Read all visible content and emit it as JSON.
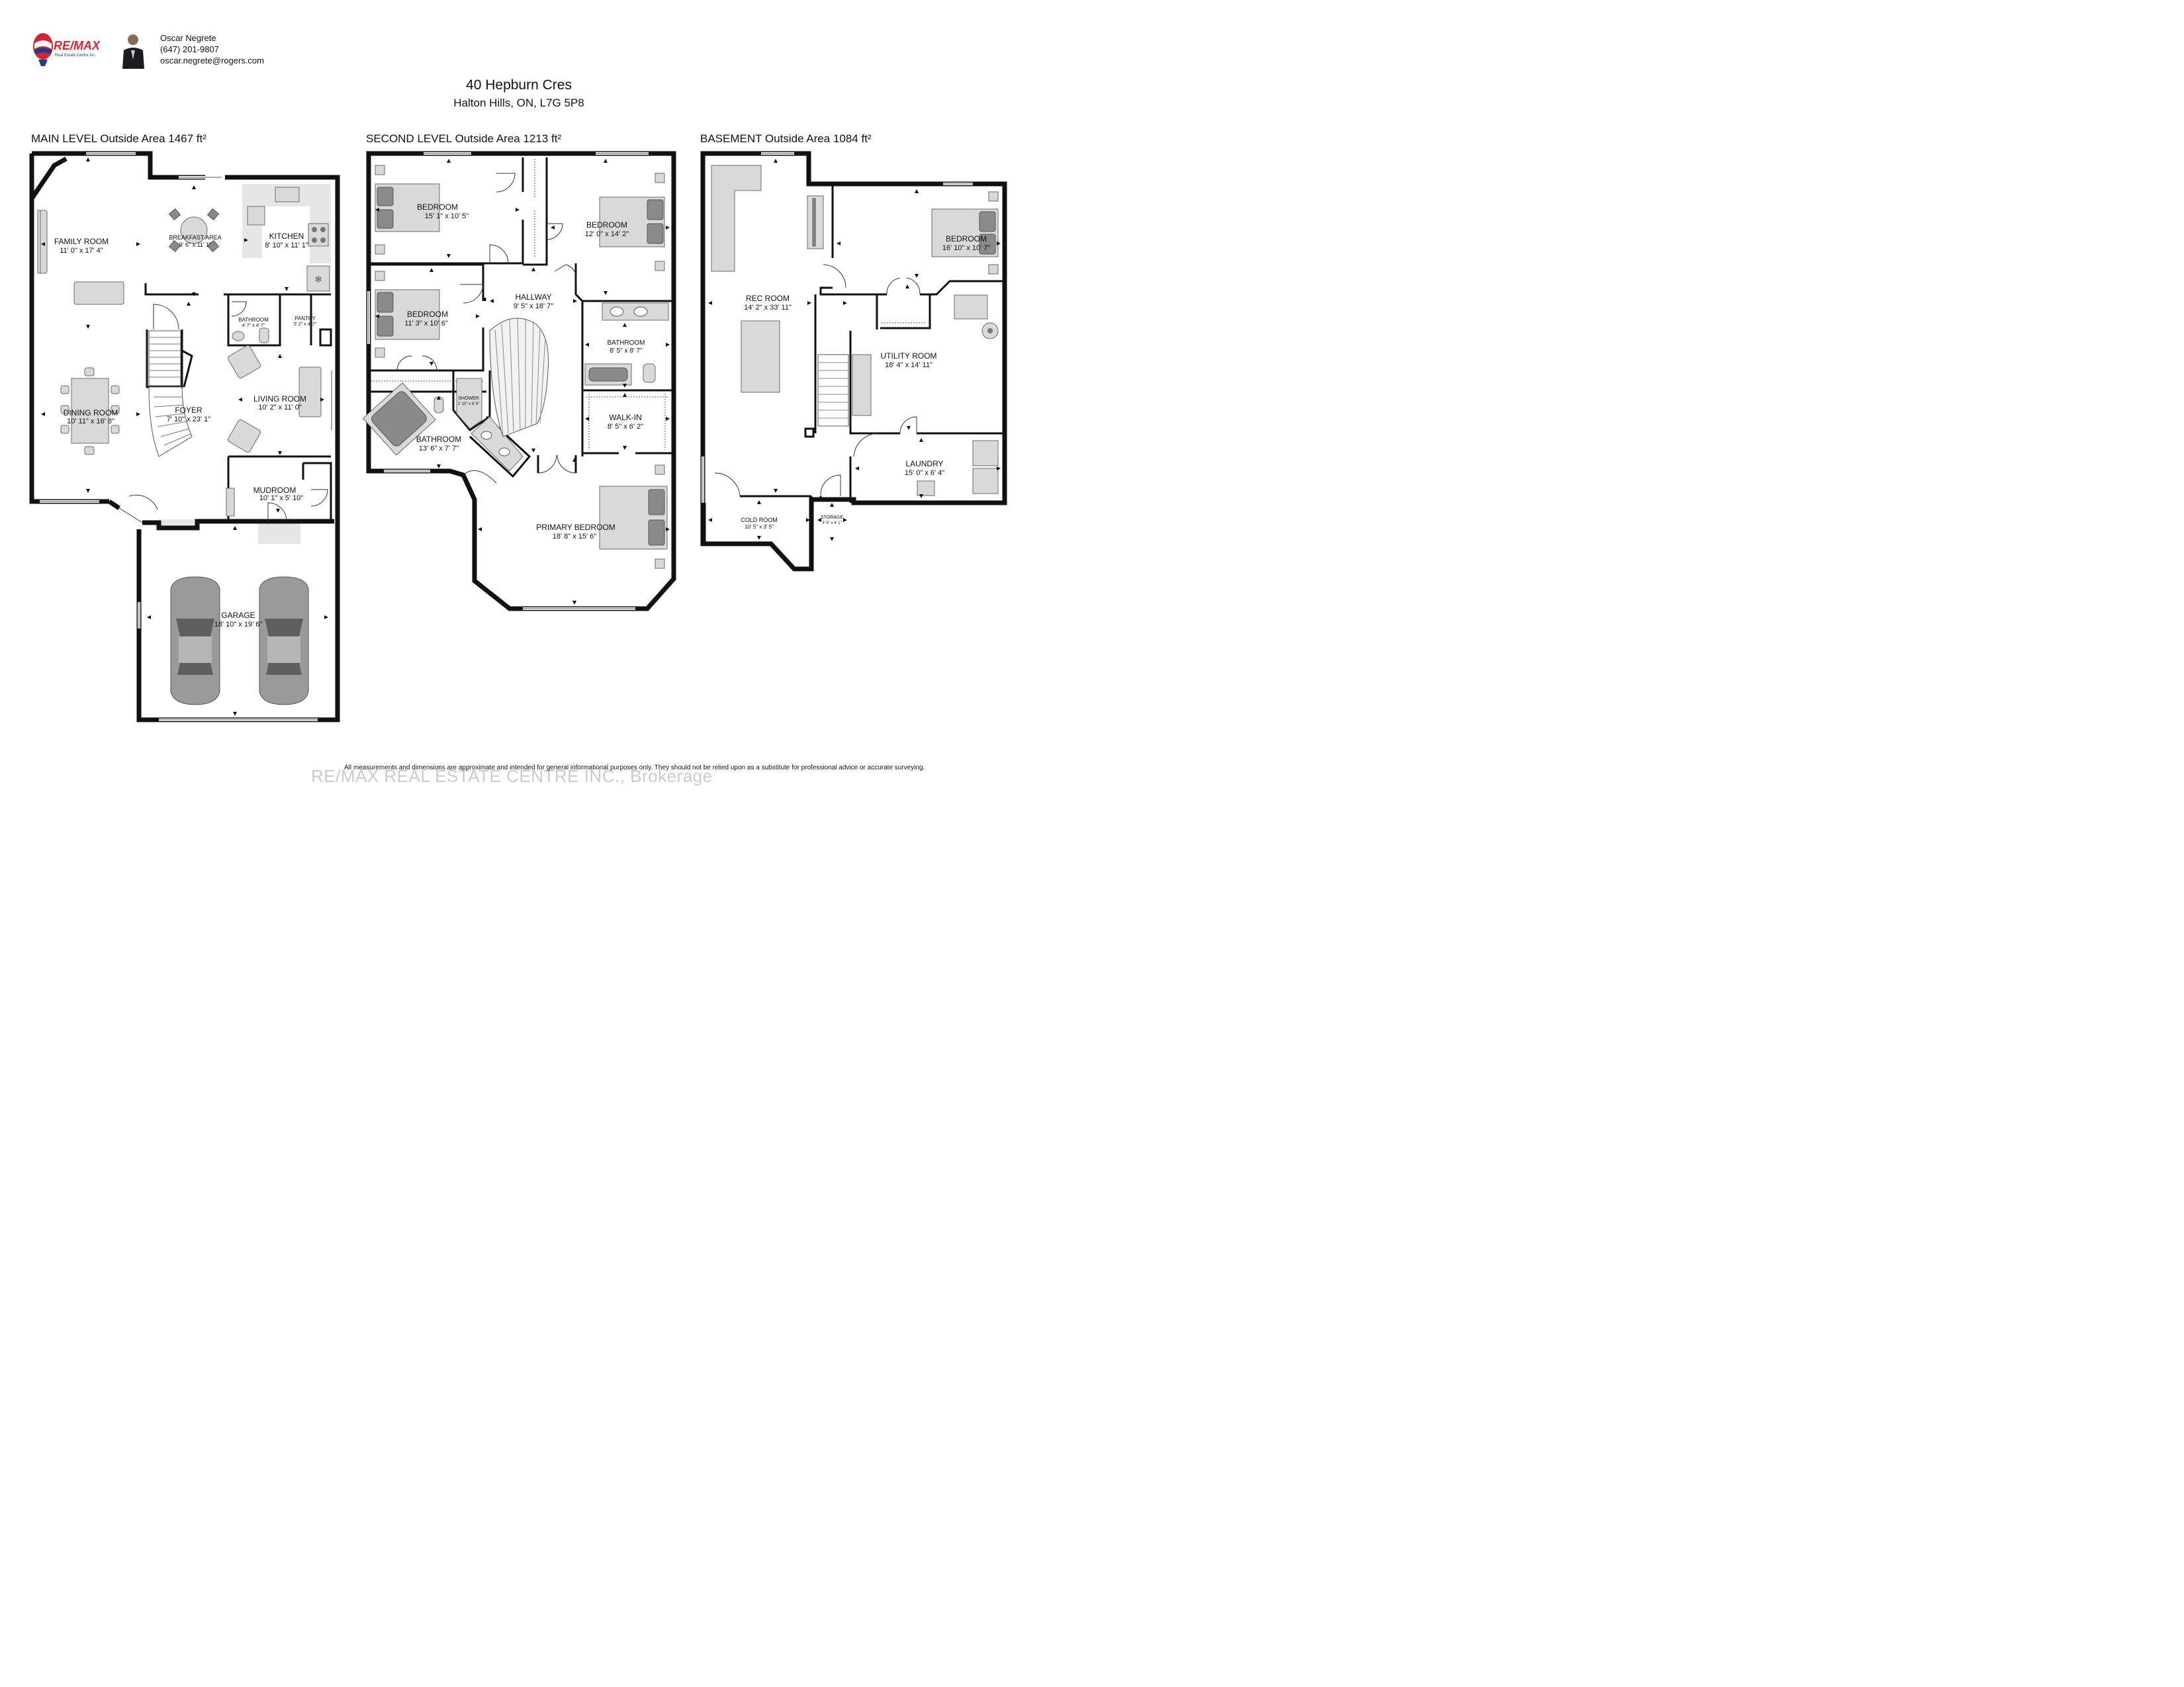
{
  "agent": {
    "logo_text": "RE/MAX",
    "logo_subtext": "Real Estate Centre Inc.",
    "name": "Oscar Negrete",
    "phone": "(647) 201-9807",
    "email": "oscar.negrete@rogers.com"
  },
  "property": {
    "address_line1": "40 Hepburn Cres",
    "address_line2": "Halton Hills, ON, L7G 5P8"
  },
  "levels": {
    "main": {
      "heading": "MAIN LEVEL Outside Area 1467 ft²",
      "rooms": {
        "family_room": {
          "name": "FAMILY ROOM",
          "dims": "11' 0\" x 17' 4\""
        },
        "breakfast_area": {
          "name": "BREAKFAST AREA",
          "dims": "9' 6\" x 11' 1\""
        },
        "kitchen": {
          "name": "KITCHEN",
          "dims": "8' 10\" x 11' 1\""
        },
        "bathroom": {
          "name": "BATHROOM",
          "dims": "4' 7\" x 4' 7\""
        },
        "pantry": {
          "name": "PANTRY",
          "dims": "5' 2\" x 4' 7\""
        },
        "dining_room": {
          "name": "DINING ROOM",
          "dims": "10' 11\" x 16' 8\""
        },
        "foyer": {
          "name": "FOYER",
          "dims": "7' 10\" x 23' 1\""
        },
        "living_room": {
          "name": "LIVING ROOM",
          "dims": "10' 2\" x 11' 0\""
        },
        "mudroom": {
          "name": "MUDROOM",
          "dims": "10' 1\" x 5' 10\""
        },
        "garage": {
          "name": "GARAGE",
          "dims": "18' 10\" x 19' 6\""
        }
      }
    },
    "second": {
      "heading": "SECOND LEVEL Outside Area 1213 ft²",
      "rooms": {
        "bedroom1": {
          "name": "BEDROOM",
          "dims": "15' 1\" x 10' 5\""
        },
        "bedroom2": {
          "name": "BEDROOM",
          "dims": "12' 0\" x 14' 2\""
        },
        "bedroom3": {
          "name": "BEDROOM",
          "dims": "11' 3\" x 10' 6\""
        },
        "hallway": {
          "name": "HALLWAY",
          "dims": "9' 5\" x 18' 7\""
        },
        "bathroom_hall": {
          "name": "BATHROOM",
          "dims": "8' 5\" x 8' 7\""
        },
        "shower": {
          "name": "SHOWER",
          "dims": "2' 10\" x 5' 6\""
        },
        "bathroom_ensuite": {
          "name": "BATHROOM",
          "dims": "13' 6\" x 7' 7\""
        },
        "walk_in": {
          "name": "WALK-IN",
          "dims": "8' 5\" x 6' 2\""
        },
        "primary_bedroom": {
          "name": "PRIMARY BEDROOM",
          "dims": "18' 8\" x 15' 6\""
        }
      }
    },
    "basement": {
      "heading": "BASEMENT Outside Area 1084 ft²",
      "rooms": {
        "bedroom": {
          "name": "BEDROOM",
          "dims": "16' 10\" x 10' 7\""
        },
        "rec_room": {
          "name": "REC ROOM",
          "dims": "14' 2\" x 33' 11\""
        },
        "utility_room": {
          "name": "UTILITY ROOM",
          "dims": "18' 4\" x 14' 11\""
        },
        "laundry": {
          "name": "LAUNDRY",
          "dims": "15' 0\" x 6' 4\""
        },
        "cold_room": {
          "name": "COLD ROOM",
          "dims": "10' 5\" x 3' 5\""
        },
        "storage": {
          "name": "STORAGE",
          "dims": "3' 5\" x 4' 1\""
        }
      }
    }
  },
  "disclaimer": "All measurements and dimensions are approximate and intended for general informational purposes only. They should not be relied upon as a substitute for professional advice or accurate surveying.",
  "watermark": "RE/MAX REAL ESTATE CENTRE INC., Brokerage",
  "colors": {
    "wall": "#111111",
    "fixture": "#d9d9d9",
    "fixture_dark": "#8a8a8a",
    "logo_red": "#d8242f",
    "logo_blue": "#1d3f8c"
  }
}
